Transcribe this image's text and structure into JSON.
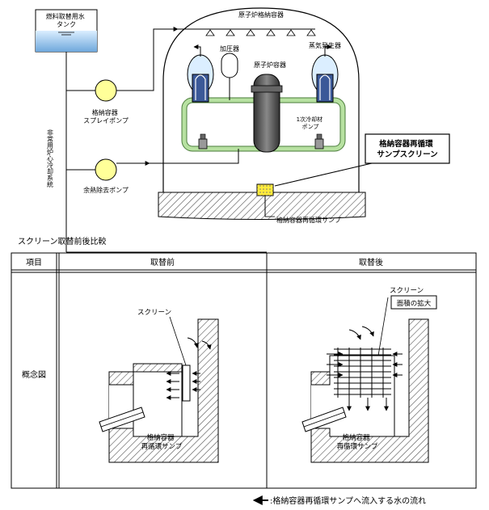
{
  "top": {
    "tank_label": "燃料取替用水\nタンク",
    "containment_label": "原子炉格納容器",
    "pressurizer_label": "加圧器",
    "reactor_label": "原子炉容器",
    "steam_gen_label": "蒸気発生器",
    "rcp_label": "1次冷却材\nポンプ",
    "spray_pump_label": "格納容器\nスプレイポンプ",
    "rhr_pump_label": "余熱除去ポンプ",
    "eccs_label": "非常用炉心冷却系統",
    "callout_screen": "格納容器再循環\nサンプスクリーン",
    "sump_label": "格納容器再循環サンプ"
  },
  "compare": {
    "title": "スクリーン取替前後比較",
    "col_item": "項目",
    "col_before": "取替前",
    "col_after": "取替後",
    "row_label": "概念図",
    "before_screen_label": "スクリーン",
    "before_sump_label": "格納容器\n再循環サンプ",
    "after_screen_label": "スクリーン",
    "after_area_label": "面積の拡大",
    "after_sump_label": "格納容器\n再循環サンプ"
  },
  "legend": {
    "text": ":格納容器再循環サンプへ流入する水の流れ"
  },
  "colors": {
    "tank_water": "#6fa8dc",
    "loop_pipe": "#b7e1a1",
    "reactor": "#555555",
    "pump_fill": "#ffff99",
    "sump_fill": "#ffeb3b"
  }
}
